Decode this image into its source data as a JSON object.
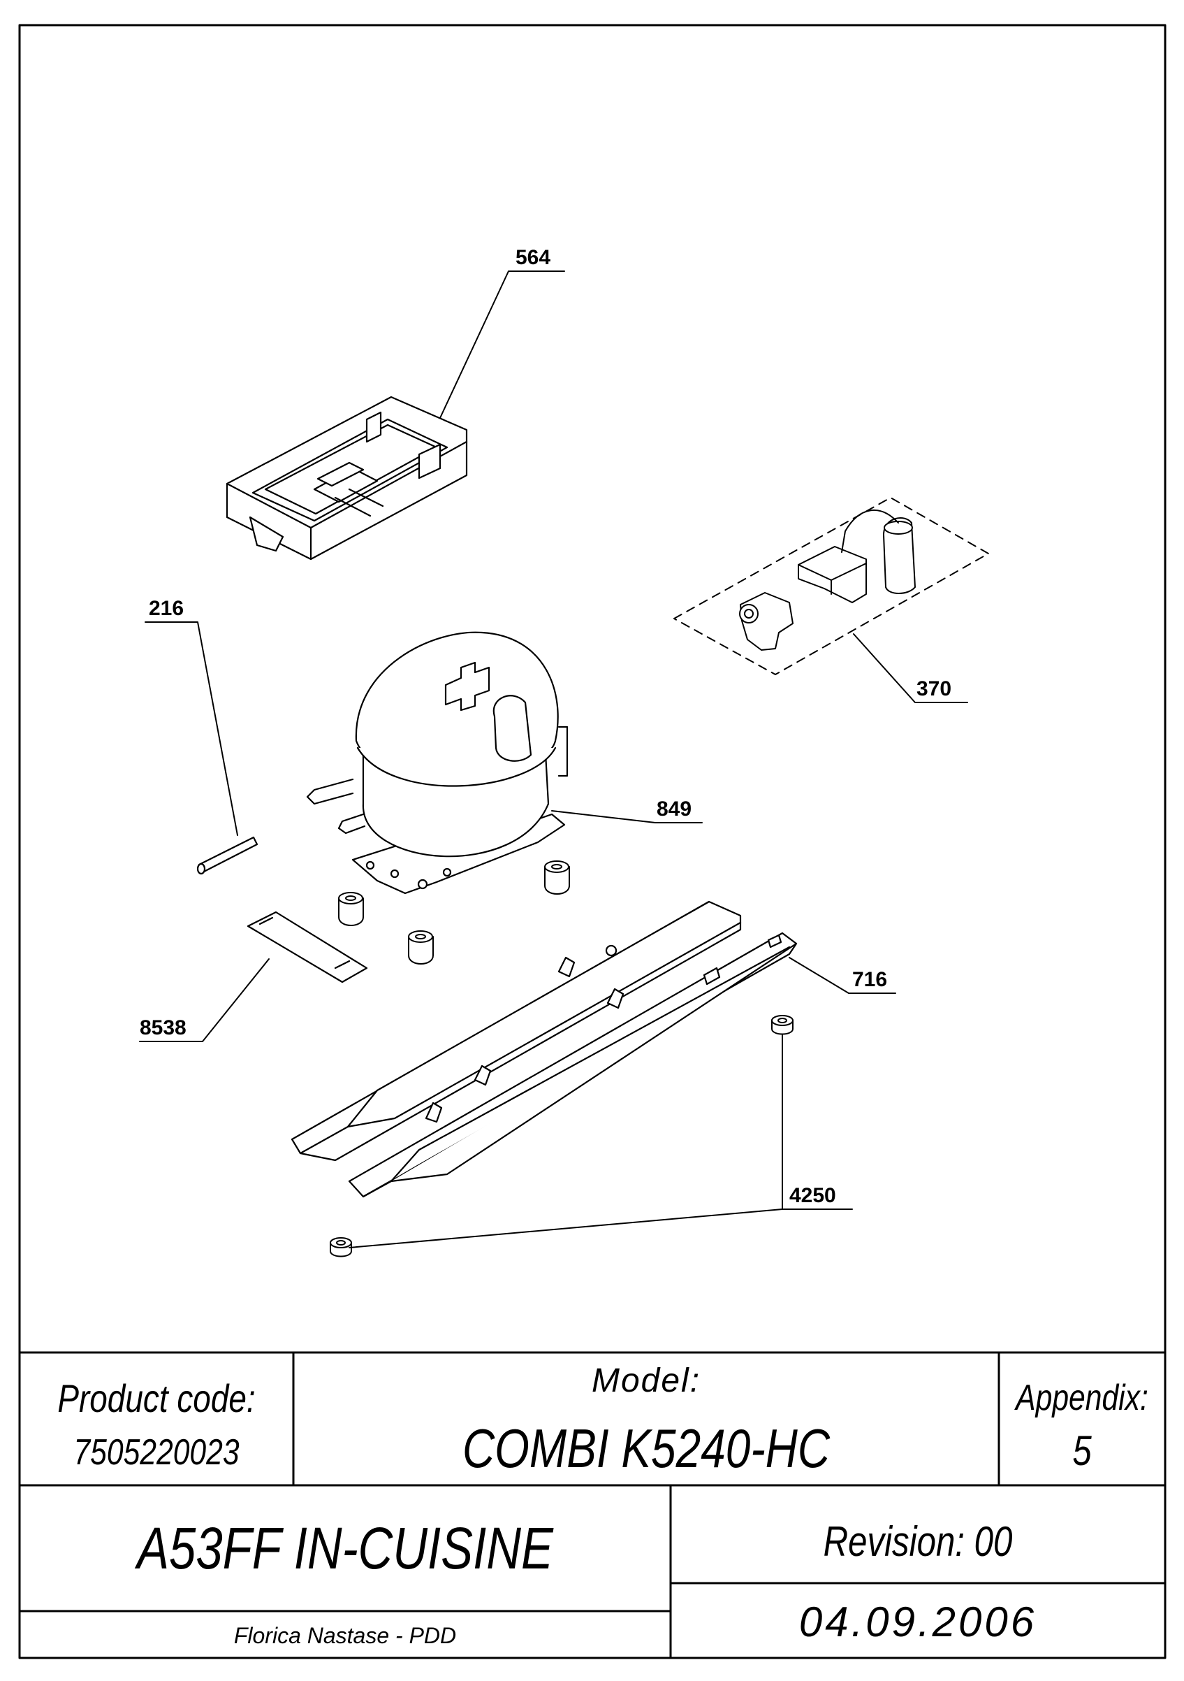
{
  "callouts": [
    "564",
    "370",
    "216",
    "849",
    "716",
    "8538",
    "4250"
  ],
  "title_block": {
    "product_code_label": "Product code:",
    "product_code": "7505220023",
    "model_label": "Model:",
    "model": "COMBI K5240-HC",
    "appendix_label": "Appendix:",
    "appendix": "5",
    "line": "A53FF IN-CUISINE",
    "revision": "Revision: 00",
    "author": "Florica Nastase - PDD",
    "date": "04.09.2006"
  }
}
